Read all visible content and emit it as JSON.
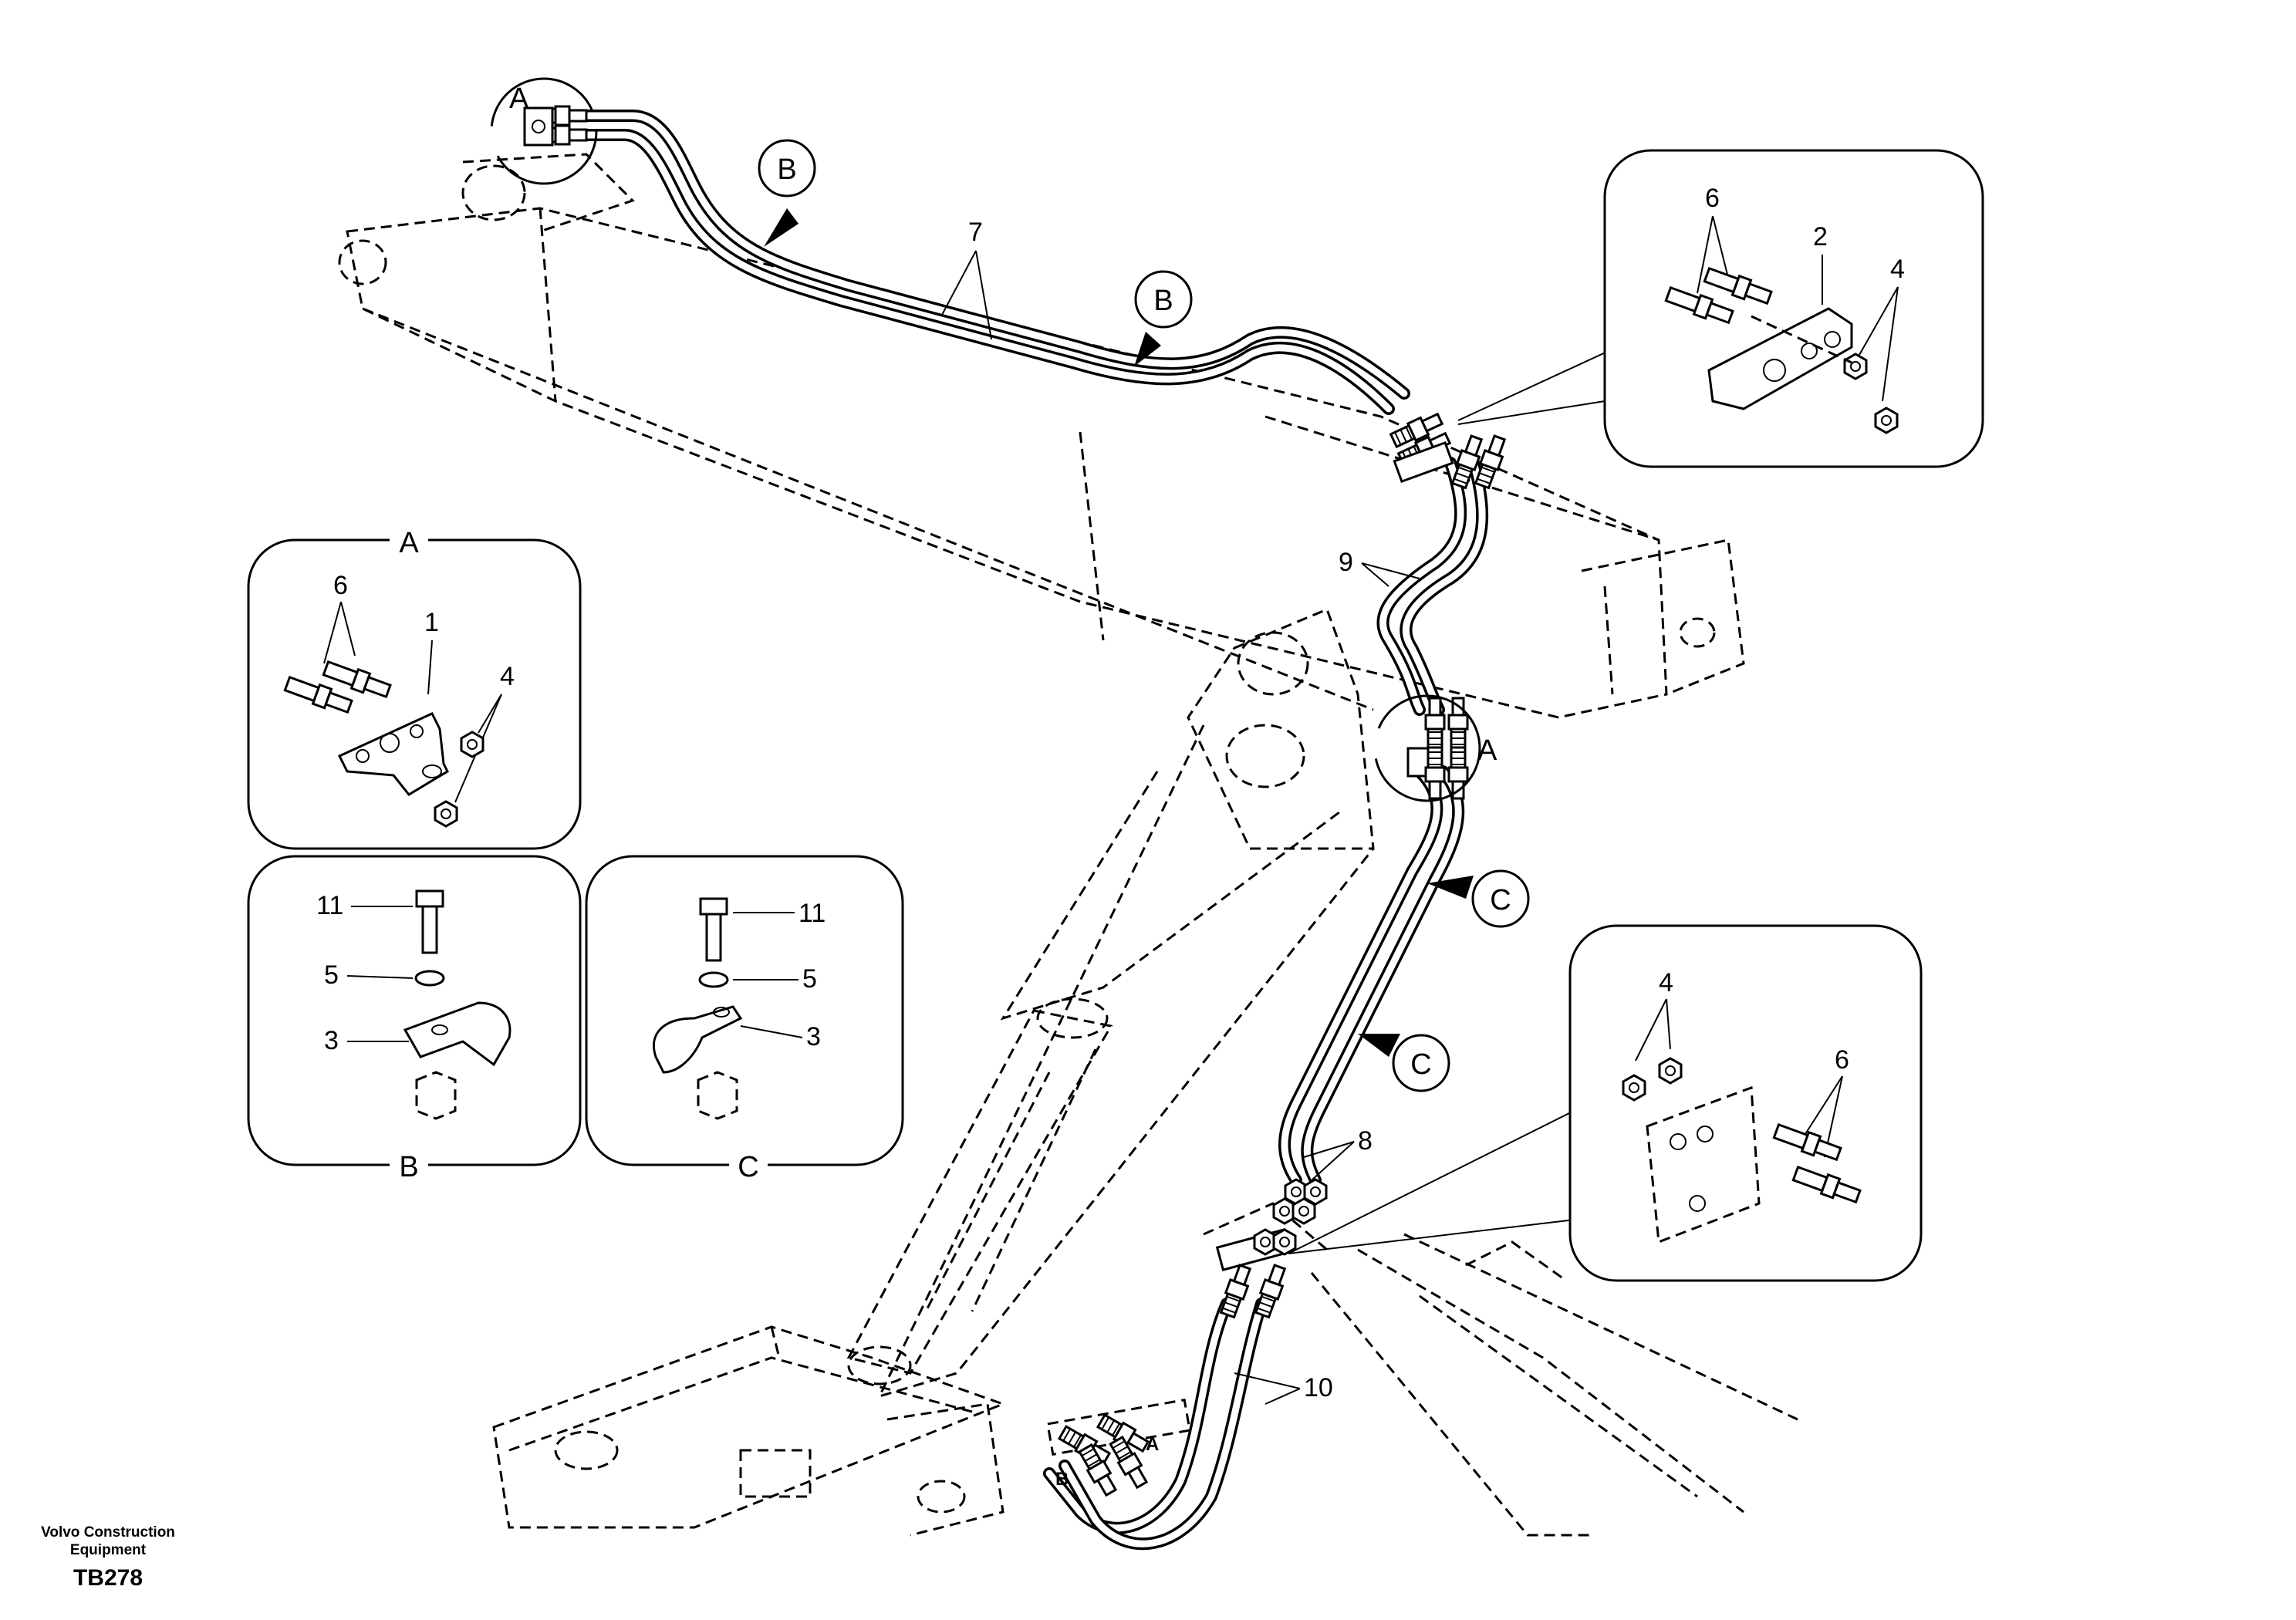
{
  "callouts": {
    "c1": "1",
    "c2": "2",
    "c3": "3",
    "c4": "4",
    "c5": "5",
    "c6": "6",
    "c7": "7",
    "c8": "8",
    "c9": "9",
    "c10": "10",
    "c11": "11"
  },
  "section_refs": {
    "A": "A",
    "B": "B",
    "C": "C"
  },
  "port_labels": {
    "A": "A",
    "B": "B"
  },
  "detail_panels": [
    {
      "letter": "A",
      "parts": [
        "6",
        "1",
        "4"
      ]
    },
    {
      "letter": "B",
      "parts": [
        "11",
        "5",
        "3"
      ]
    },
    {
      "letter": "C",
      "parts": [
        "11",
        "5",
        "3"
      ]
    }
  ],
  "footer": {
    "brand_line1": "Volvo Construction",
    "brand_line2": "Equipment",
    "drawing_code": "TB278"
  },
  "colors": {
    "line": "#000000",
    "background": "#ffffff"
  }
}
